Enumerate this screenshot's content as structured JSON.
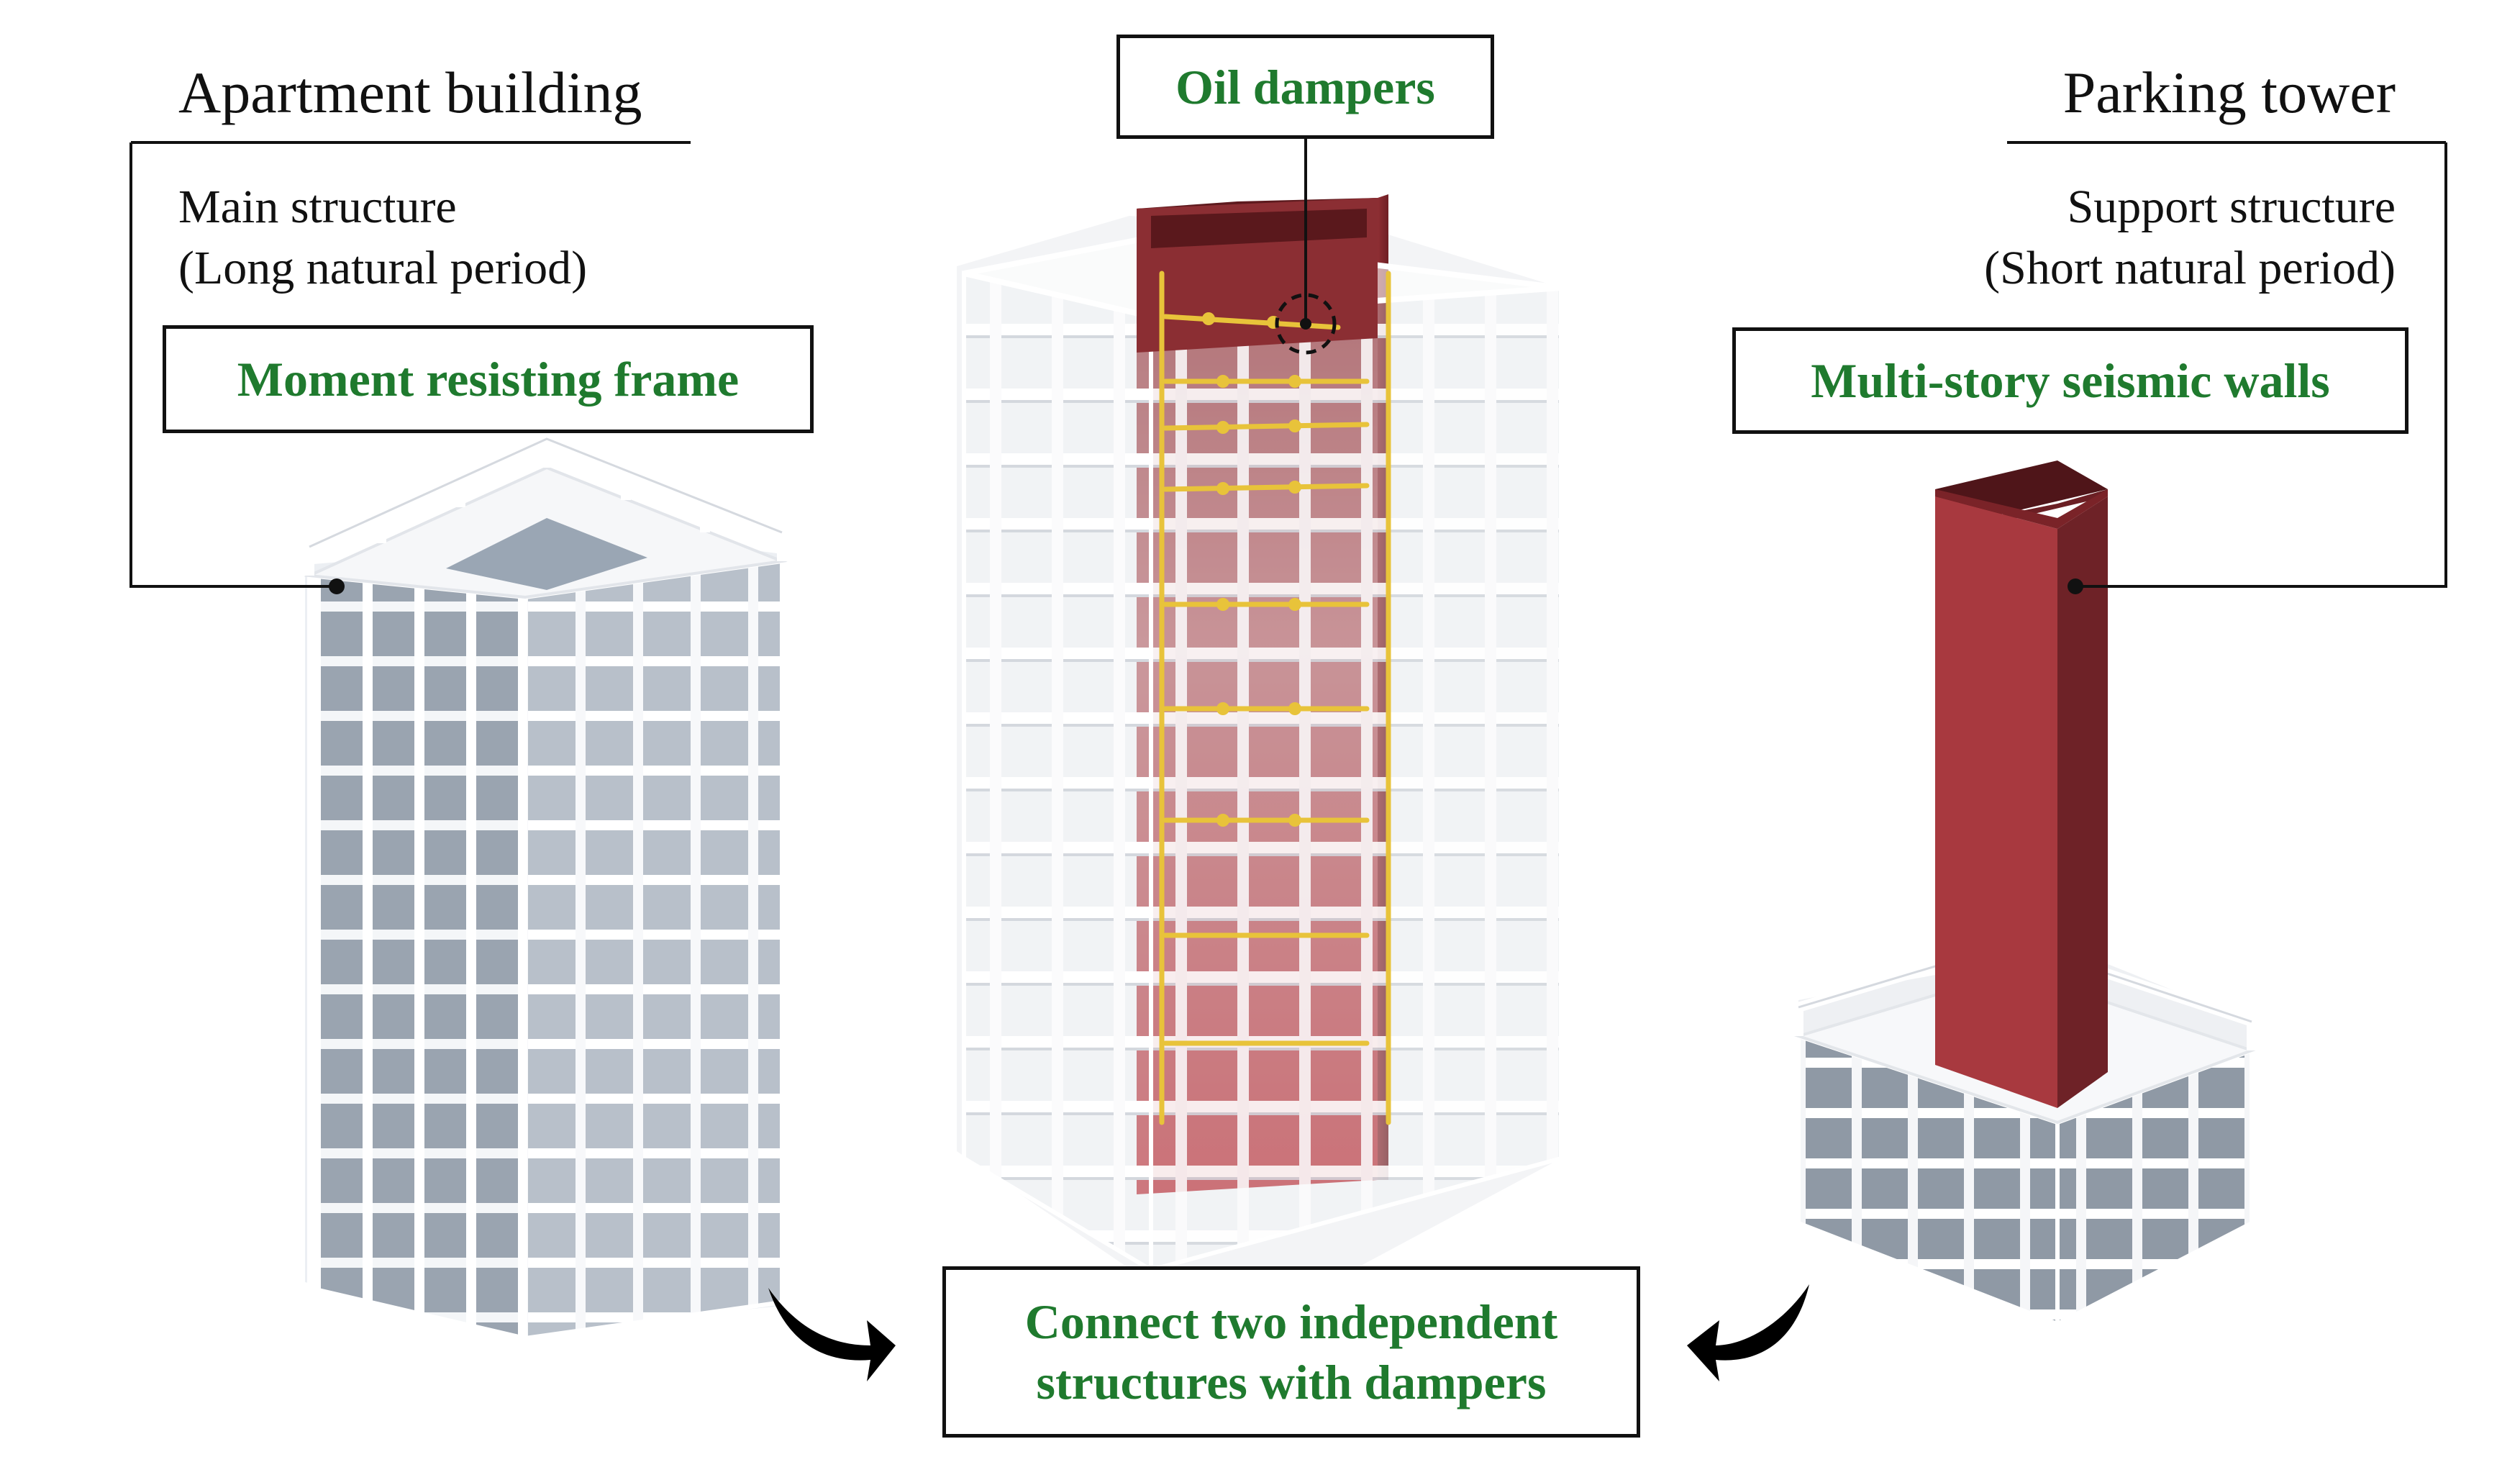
{
  "colors": {
    "label_green": "#1f7a2e",
    "wall_red": "#8b2e33",
    "damper_yellow": "#e8c33a",
    "frame_white": "#f2f4f6",
    "line_black": "#111111"
  },
  "left": {
    "title": "Apartment building",
    "subtitle_line1": "Main structure",
    "subtitle_line2": "(Long natural period)",
    "box_label": "Moment resisting frame"
  },
  "center": {
    "box_label": "Oil dampers"
  },
  "right": {
    "title": "Parking tower",
    "subtitle_line1": "Support structure",
    "subtitle_line2": "(Short natural period)",
    "box_label": "Multi-story seismic walls"
  },
  "bottom": {
    "line1": "Connect two independent",
    "line2": "structures with dampers"
  },
  "icons": {
    "left_arrow": "curved-arrow-right-icon",
    "right_arrow": "curved-arrow-left-icon"
  }
}
